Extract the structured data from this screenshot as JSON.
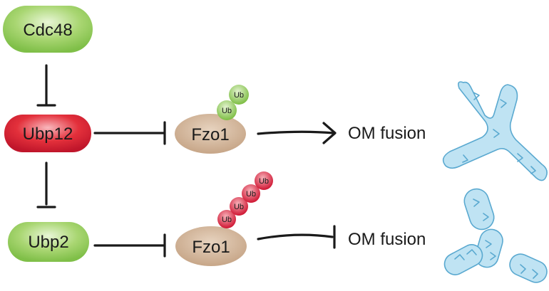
{
  "nodes": {
    "cdc48": {
      "label": "Cdc48",
      "color": "#9fd068"
    },
    "ubp12": {
      "label": "Ubp12",
      "color": "#e0353f"
    },
    "ubp2": {
      "label": "Ubp2",
      "color": "#9fd068"
    },
    "fzo1_top": {
      "label": "Fzo1",
      "color": "#c9a98a"
    },
    "fzo1_bottom": {
      "label": "Fzo1",
      "color": "#c9a98a"
    }
  },
  "ubiquitin": {
    "label": "Ub",
    "short_chain_color": "#8cc84b",
    "long_chain_color": "#d81e3c"
  },
  "outcomes": {
    "top": "OM fusion",
    "bottom": "OM fusion"
  },
  "colors": {
    "mitochondria_fill": "#bfe3f3",
    "mitochondria_outline": "#5aa9d0",
    "edge": "#1a1a1a"
  }
}
